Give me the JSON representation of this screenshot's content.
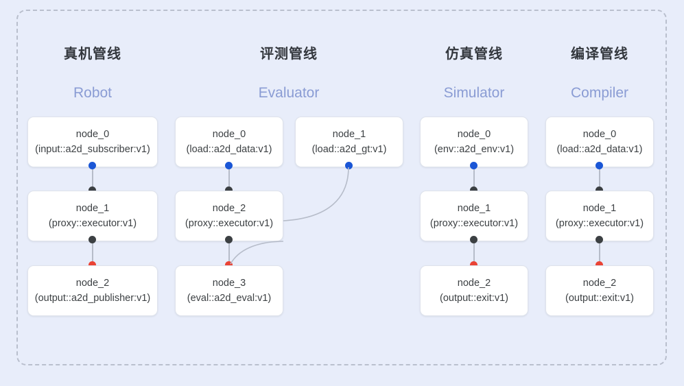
{
  "canvas": {
    "background_color": "#e8edfa",
    "frame_border_color": "#b9bfcd"
  },
  "colors": {
    "title_cn": "#33373d",
    "title_en": "#8a9cd4",
    "node_text": "#3c4043",
    "node_border": "#dfe3ec",
    "dot_blue": "#1a56d6",
    "dot_black": "#3c4043",
    "dot_red": "#ea4335",
    "edge_line": "#b6bcc9"
  },
  "columns": [
    {
      "id": "robot",
      "title_cn": "真机管线",
      "title_en": "Robot",
      "nodes": [
        {
          "name": "node_0",
          "type": "(input::a2d_subscriber:v1)"
        },
        {
          "name": "node_1",
          "type": "(proxy::executor:v1)"
        },
        {
          "name": "node_2",
          "type": "(output::a2d_publisher:v1)"
        }
      ]
    },
    {
      "id": "evaluator",
      "title_cn": "评测管线",
      "title_en": "Evaluator",
      "nodes": [
        {
          "name": "node_0",
          "type": "(load::a2d_data:v1)"
        },
        {
          "name": "node_2",
          "type": "(proxy::executor:v1)"
        },
        {
          "name": "node_3",
          "type": "(eval::a2d_eval:v1)"
        }
      ],
      "side_node": {
        "name": "node_1",
        "type": "(load::a2d_gt:v1)"
      }
    },
    {
      "id": "simulator",
      "title_cn": "仿真管线",
      "title_en": "Simulator",
      "nodes": [
        {
          "name": "node_0",
          "type": "(env::a2d_env:v1)"
        },
        {
          "name": "node_1",
          "type": "(proxy::executor:v1)"
        },
        {
          "name": "node_2",
          "type": "(output::exit:v1)"
        }
      ]
    },
    {
      "id": "compiler",
      "title_cn": "编译管线",
      "title_en": "Compiler",
      "nodes": [
        {
          "name": "node_0",
          "type": "(load::a2d_data:v1)"
        },
        {
          "name": "node_1",
          "type": "(proxy::executor:v1)"
        },
        {
          "name": "node_2",
          "type": "(output::exit:v1)"
        }
      ]
    }
  ]
}
